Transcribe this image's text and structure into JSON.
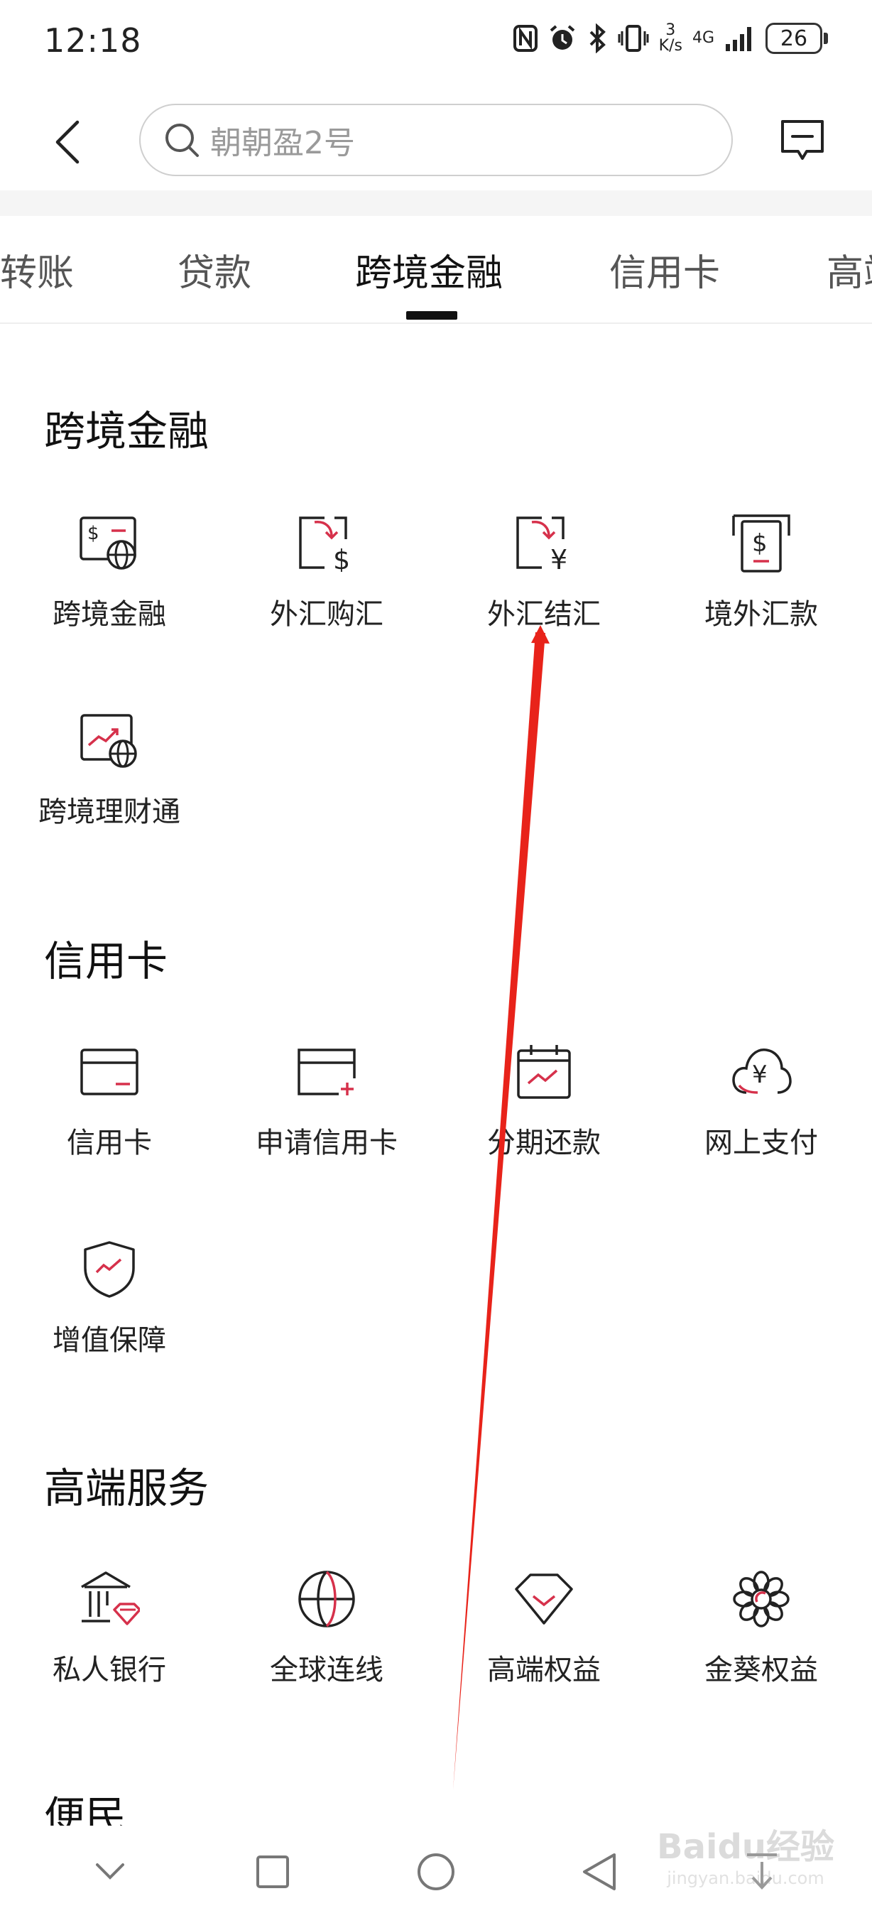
{
  "status_bar": {
    "time": "12:18",
    "net_speed_value": "3",
    "net_speed_unit": "K/s",
    "network_type": "4G",
    "battery": "26"
  },
  "header": {
    "search_placeholder": "朝朝盈2号"
  },
  "tabs": [
    {
      "label": "转账"
    },
    {
      "label": "贷款"
    },
    {
      "label": "跨境金融"
    },
    {
      "label": "信用卡"
    },
    {
      "label": "高端"
    }
  ],
  "active_tab": "跨境金融",
  "sections": {
    "cross_border": {
      "title": "跨境金融",
      "items": [
        {
          "label": "跨境金融",
          "icon": "dollar-globe-icon"
        },
        {
          "label": "外汇购汇",
          "icon": "fx-buy-icon"
        },
        {
          "label": "外汇结汇",
          "icon": "fx-settle-icon"
        },
        {
          "label": "境外汇款",
          "icon": "overseas-remit-icon"
        },
        {
          "label": "跨境理财通",
          "icon": "wealth-connect-icon"
        }
      ]
    },
    "credit_card": {
      "title": "信用卡",
      "items": [
        {
          "label": "信用卡",
          "icon": "credit-card-icon"
        },
        {
          "label": "申请信用卡",
          "icon": "apply-card-icon"
        },
        {
          "label": "分期还款",
          "icon": "calendar-chart-icon"
        },
        {
          "label": "网上支付",
          "icon": "cloud-yuan-icon"
        },
        {
          "label": "增值保障",
          "icon": "shield-chart-icon"
        }
      ]
    },
    "premium": {
      "title": "高端服务",
      "items": [
        {
          "label": "私人银行",
          "icon": "bank-diamond-icon"
        },
        {
          "label": "全球连线",
          "icon": "globe-icon"
        },
        {
          "label": "高端权益",
          "icon": "diamond-icon"
        },
        {
          "label": "金葵权益",
          "icon": "flower-icon"
        }
      ]
    },
    "convenience": {
      "title": "便民"
    }
  },
  "watermark": {
    "main": "Baidu经验",
    "sub": "jingyan.baidu.com"
  },
  "colors": {
    "accent": "#d6314b",
    "text": "#222222",
    "annotation": "#e8231a"
  }
}
